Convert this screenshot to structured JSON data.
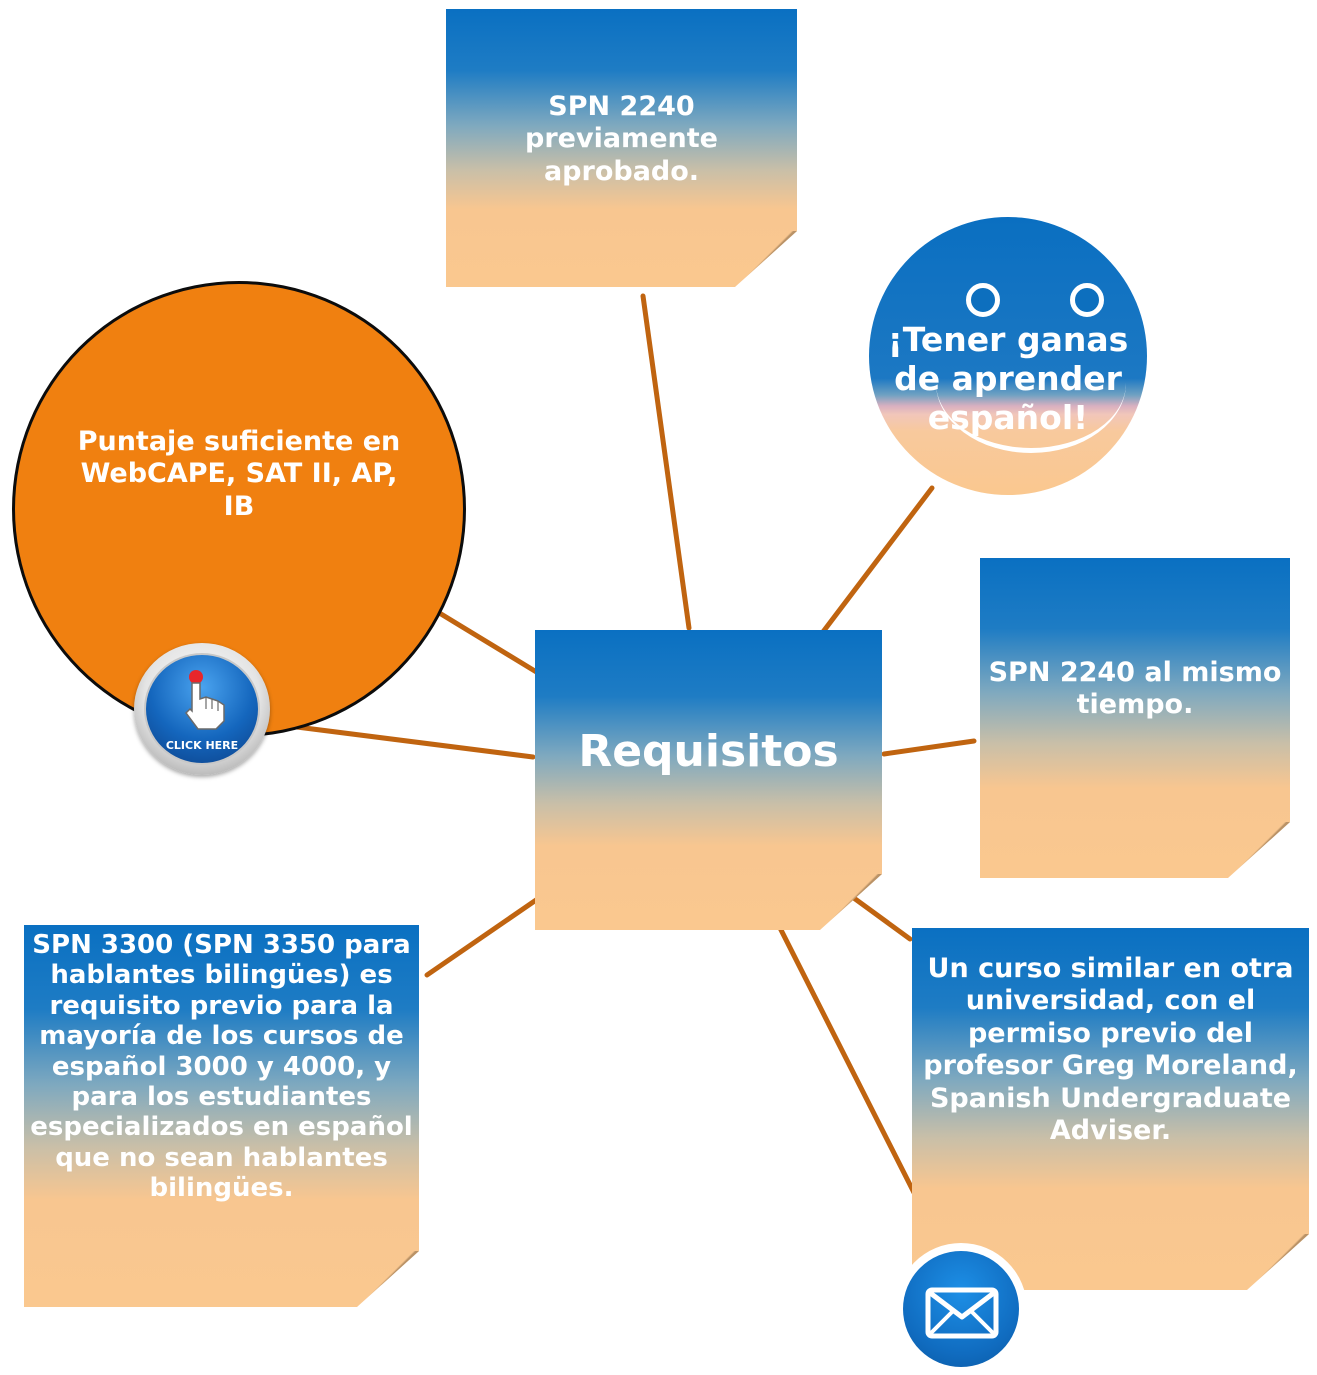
{
  "diagram": {
    "center": {
      "title": "Requisitos"
    },
    "notes": {
      "top": "SPN 2240 previamente aprobado.",
      "right": "SPN 2240 al mismo tiempo.",
      "bottom_left": "SPN 3300 (SPN 3350 para hablantes bilingües) es requisito previo para la mayoría de los cursos de español 3000 y 4000, y para los estudiantes especializados en español que no sean hablantes bilingües.",
      "bottom_right": "Un curso similar en otra universidad, con el permiso previo del profesor Greg Moreland, Spanish Undergraduate Adviser."
    },
    "circle_left": {
      "text": "Puntaje suficiente en WebCAPE, SAT II, AP, IB"
    },
    "smiley": {
      "text": "¡Tener ganas de aprender español!"
    },
    "click_button": {
      "label": "CLICK HERE",
      "icon": "pointing-hand-icon"
    },
    "email_button": {
      "icon": "envelope-icon"
    }
  },
  "colors": {
    "note_top": "#0a70c2",
    "note_bottom": "#fac88f",
    "circle_orange": "#f08010",
    "connector": "#c06410"
  }
}
